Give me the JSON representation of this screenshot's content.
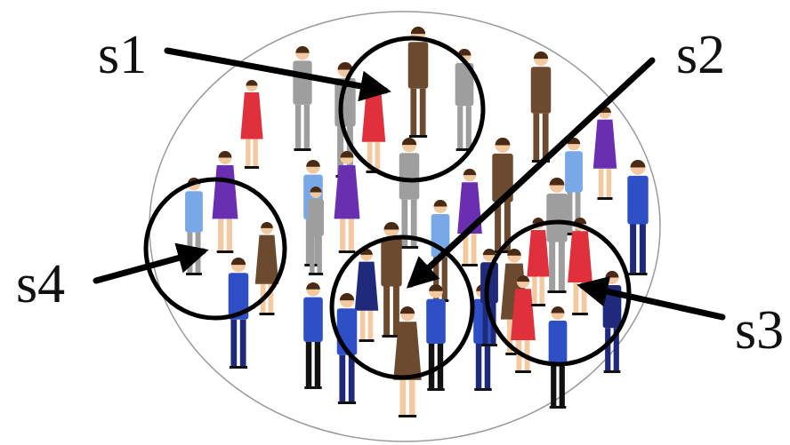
{
  "labels": {
    "s1": "s1",
    "s2": "s2",
    "s3": "s3",
    "s4": "s4"
  },
  "colors": {
    "background": "#ffffff",
    "population_outline": "#9a9a9a",
    "sample_circle": "#000000",
    "arrow": "#000000"
  },
  "people_palette": {
    "red": "#e0303c",
    "gray": "#9e9e9e",
    "purple": "#6a2fb0",
    "brown": "#6b4a2f",
    "blue": "#2f4fc7",
    "lightblue": "#78a8e8",
    "navy": "#1f2a7a",
    "black": "#111111",
    "skin": "#f2c9a0",
    "hair": "#4a2a14"
  }
}
